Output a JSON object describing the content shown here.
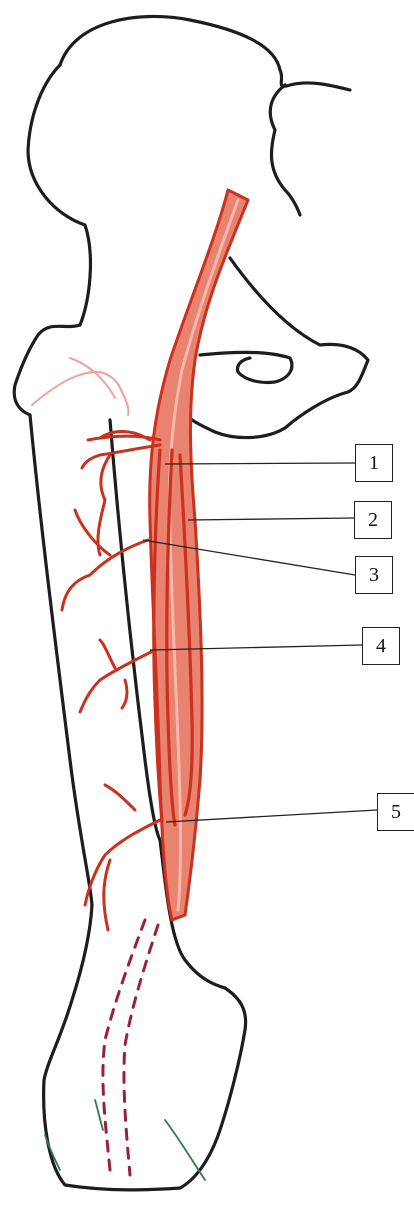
{
  "labels": [
    {
      "id": "1",
      "text": "1"
    },
    {
      "id": "2",
      "text": "2"
    },
    {
      "id": "3",
      "text": "3"
    },
    {
      "id": "4",
      "text": "4"
    },
    {
      "id": "5",
      "text": "5"
    }
  ],
  "colors": {
    "outline": "#1d1d1d",
    "artery": "#c8321f",
    "artery_fill": "#e9826f",
    "vessel_pink": "#f1a39a",
    "dashed": "#9a2040",
    "green_mark": "#2f7a4c",
    "leader": "#222222"
  }
}
